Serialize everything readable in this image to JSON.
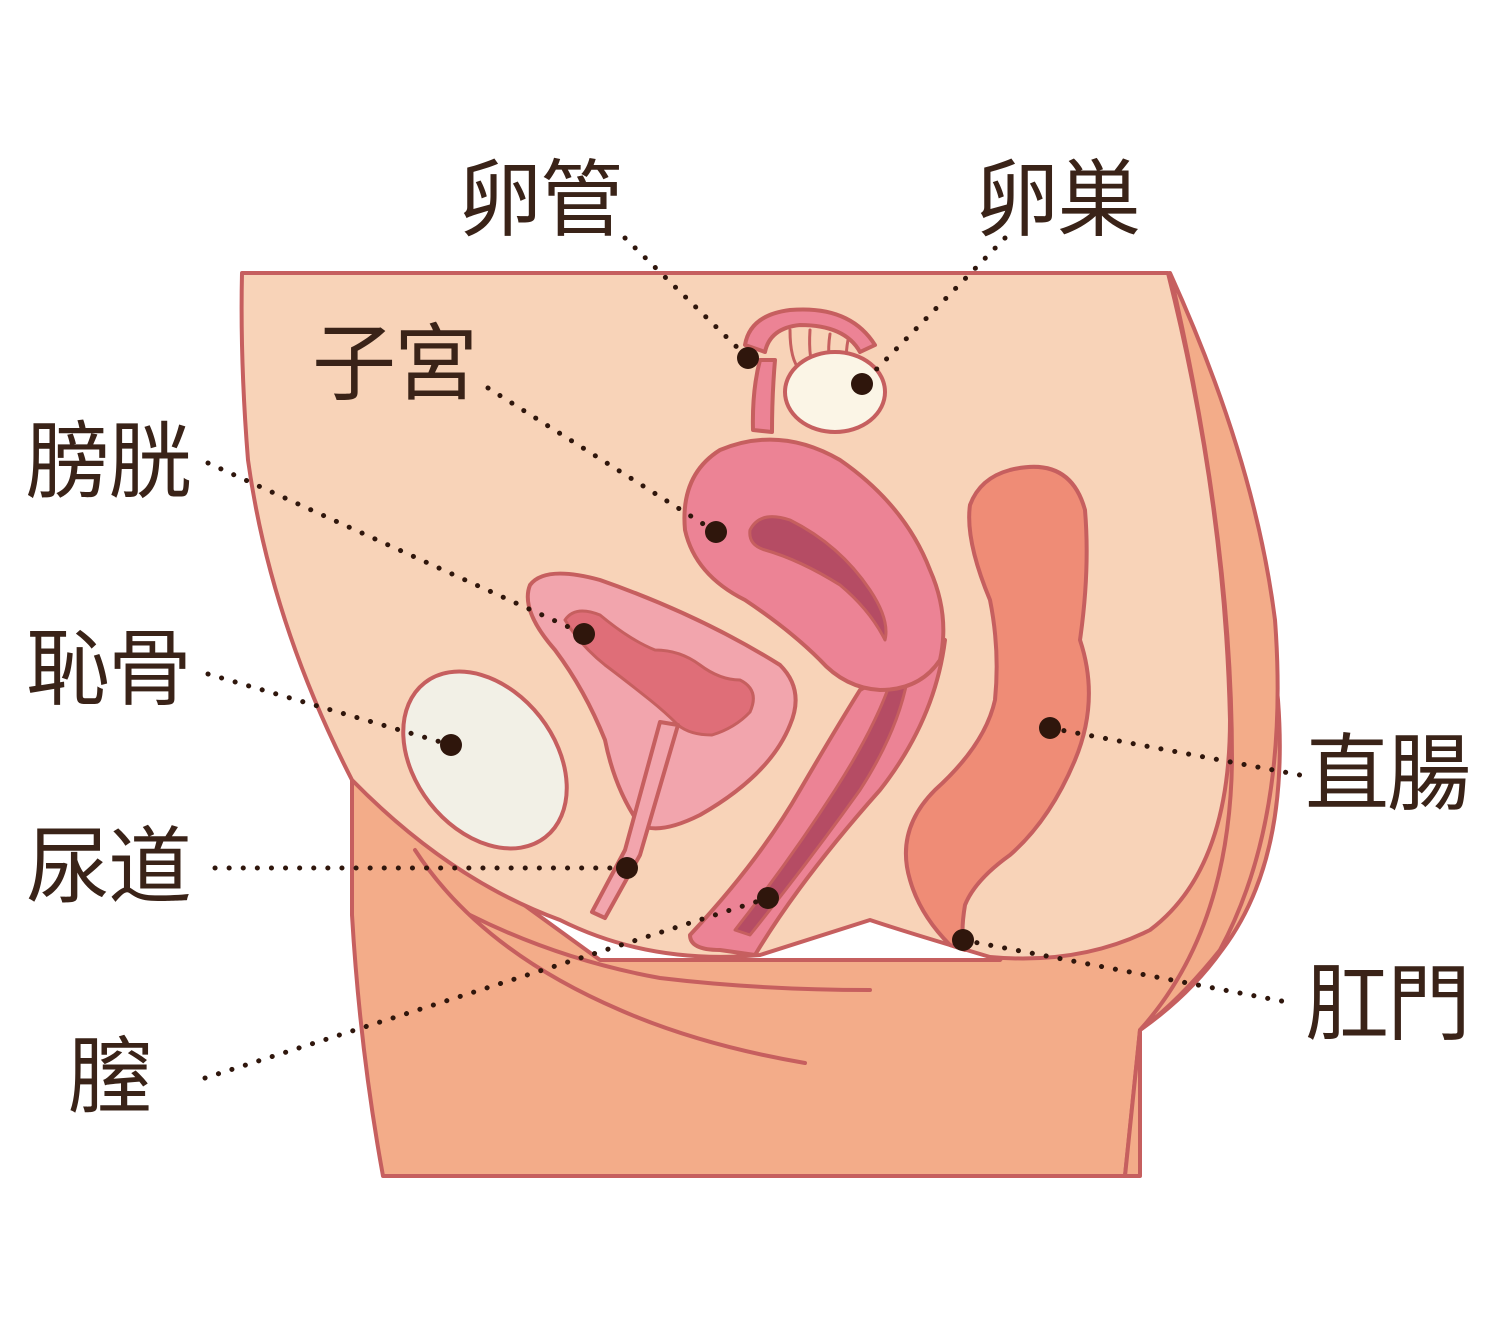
{
  "colors": {
    "outline": "#c65f5f",
    "body_skin": "#f8d3b8",
    "body_lower": "#f3ac89",
    "uterus": "#ec8395",
    "uterus_cavity": "#b54c64",
    "bladder": "#f2a5ad",
    "bladder_inner": "#df6e78",
    "rectum": "#ef8c76",
    "bone": "#f2f0e6",
    "ovary": "#fbf5e6",
    "dot": "#2f160c",
    "label_text": "#3a2318"
  },
  "labels": {
    "oviduct": "卵管",
    "ovary": "卵巣",
    "uterus": "子宮",
    "bladder": "膀胱",
    "pubic_bone": "恥骨",
    "urethra": "尿道",
    "vagina": "膣",
    "rectum": "直腸",
    "anus": "肛門"
  }
}
